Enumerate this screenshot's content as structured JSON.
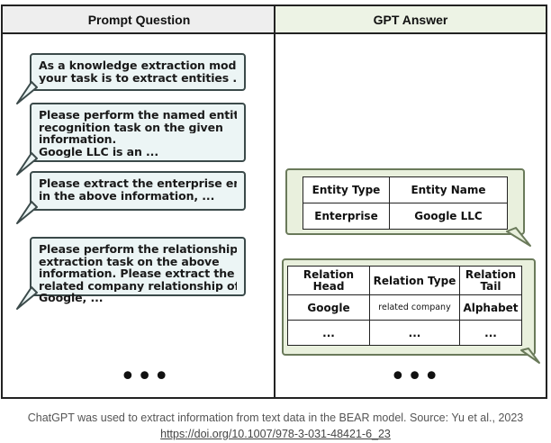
{
  "headers": {
    "left": "Prompt Question",
    "right": "GPT Answer"
  },
  "prompts": [
    {
      "lines": [
        "As a knowledge extraction model,",
        "your task is to extract entities ..."
      ]
    },
    {
      "lines": [
        "Please perform the named entity",
        "recognition task on the given",
        "information.",
        "Google LLC is an ..."
      ]
    },
    {
      "lines": [
        "Please extract the enterprise entity",
        "in the above information, ..."
      ]
    },
    {
      "lines": [
        "Please perform the relationship",
        "extraction task on the above",
        "information. Please extract the",
        "related company relationship of",
        "Google, ..."
      ]
    }
  ],
  "entity_table": {
    "headers": [
      "Entity Type",
      "Entity Name"
    ],
    "rows": [
      [
        "Enterprise",
        "Google LLC"
      ]
    ]
  },
  "relation_table": {
    "headers": [
      "Relation Head",
      "Relation Type",
      "Relation Tail"
    ],
    "rows": [
      [
        "Google",
        "related company",
        "Alphabet"
      ],
      [
        "...",
        "...",
        "..."
      ]
    ]
  },
  "more_marker": "•••",
  "caption": {
    "text": "ChatGPT was used to extract information from text data in the BEAR model. Source: Yu et al., 2023",
    "link": "https://doi.org/10.1007/978-3-031-48421-6_23"
  }
}
